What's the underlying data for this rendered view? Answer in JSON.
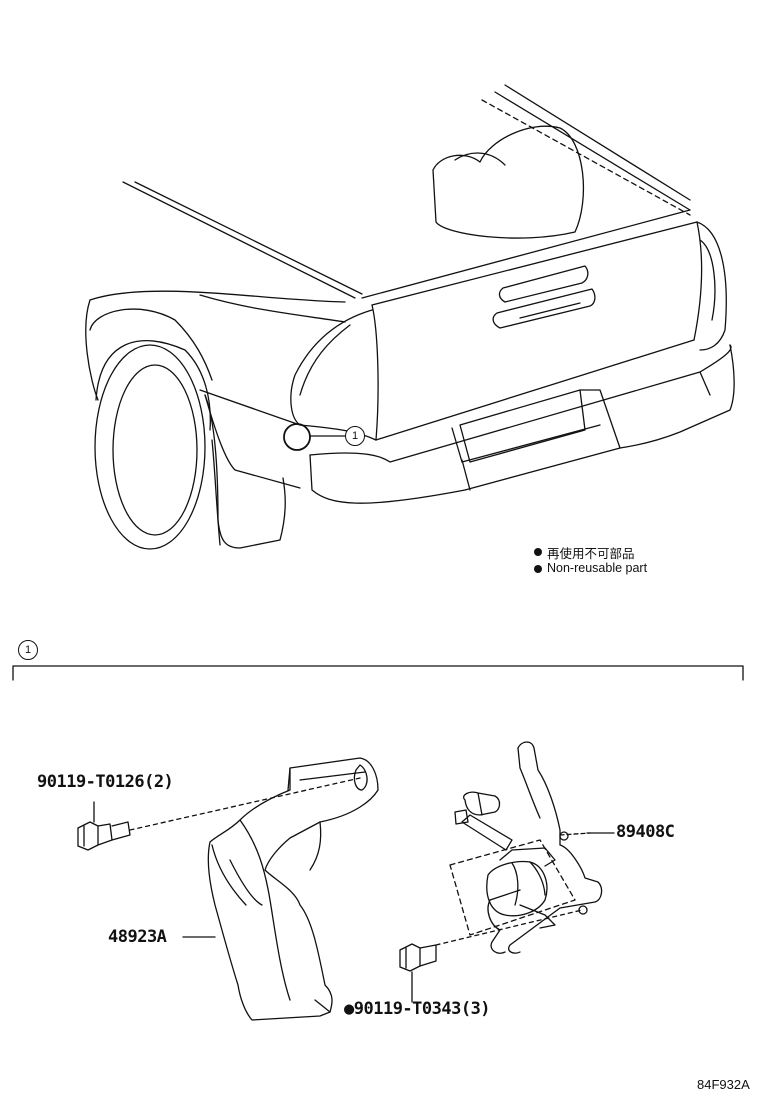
{
  "callouts": {
    "detail_ref": "1"
  },
  "legend": {
    "ja": "再使用不可部品",
    "en": "Non-reusable part"
  },
  "parts": {
    "bolt_upper": "90119-T0126(2)",
    "mudguard": "48923A",
    "sensor": "89408C",
    "bolt_lower": "90119-T0343(3)",
    "bolt_lower_marker": "●"
  },
  "diagram_code": "84F932A"
}
